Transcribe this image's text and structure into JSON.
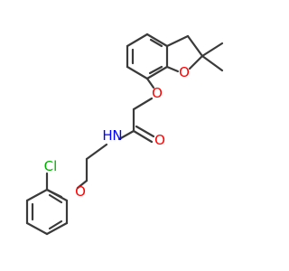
{
  "molecule": {
    "atoms": {
      "o_ring": "O",
      "o_ether": "O",
      "o_carbonyl": "O",
      "nh": "H",
      "n": "N",
      "cl": "Cl",
      "o_phenoxy": "O"
    }
  },
  "colors": {
    "oxygen": "#ff0000",
    "nitrogen": "#0000ff",
    "chlorine": "#00b000",
    "bond": "#3a3a3a"
  }
}
